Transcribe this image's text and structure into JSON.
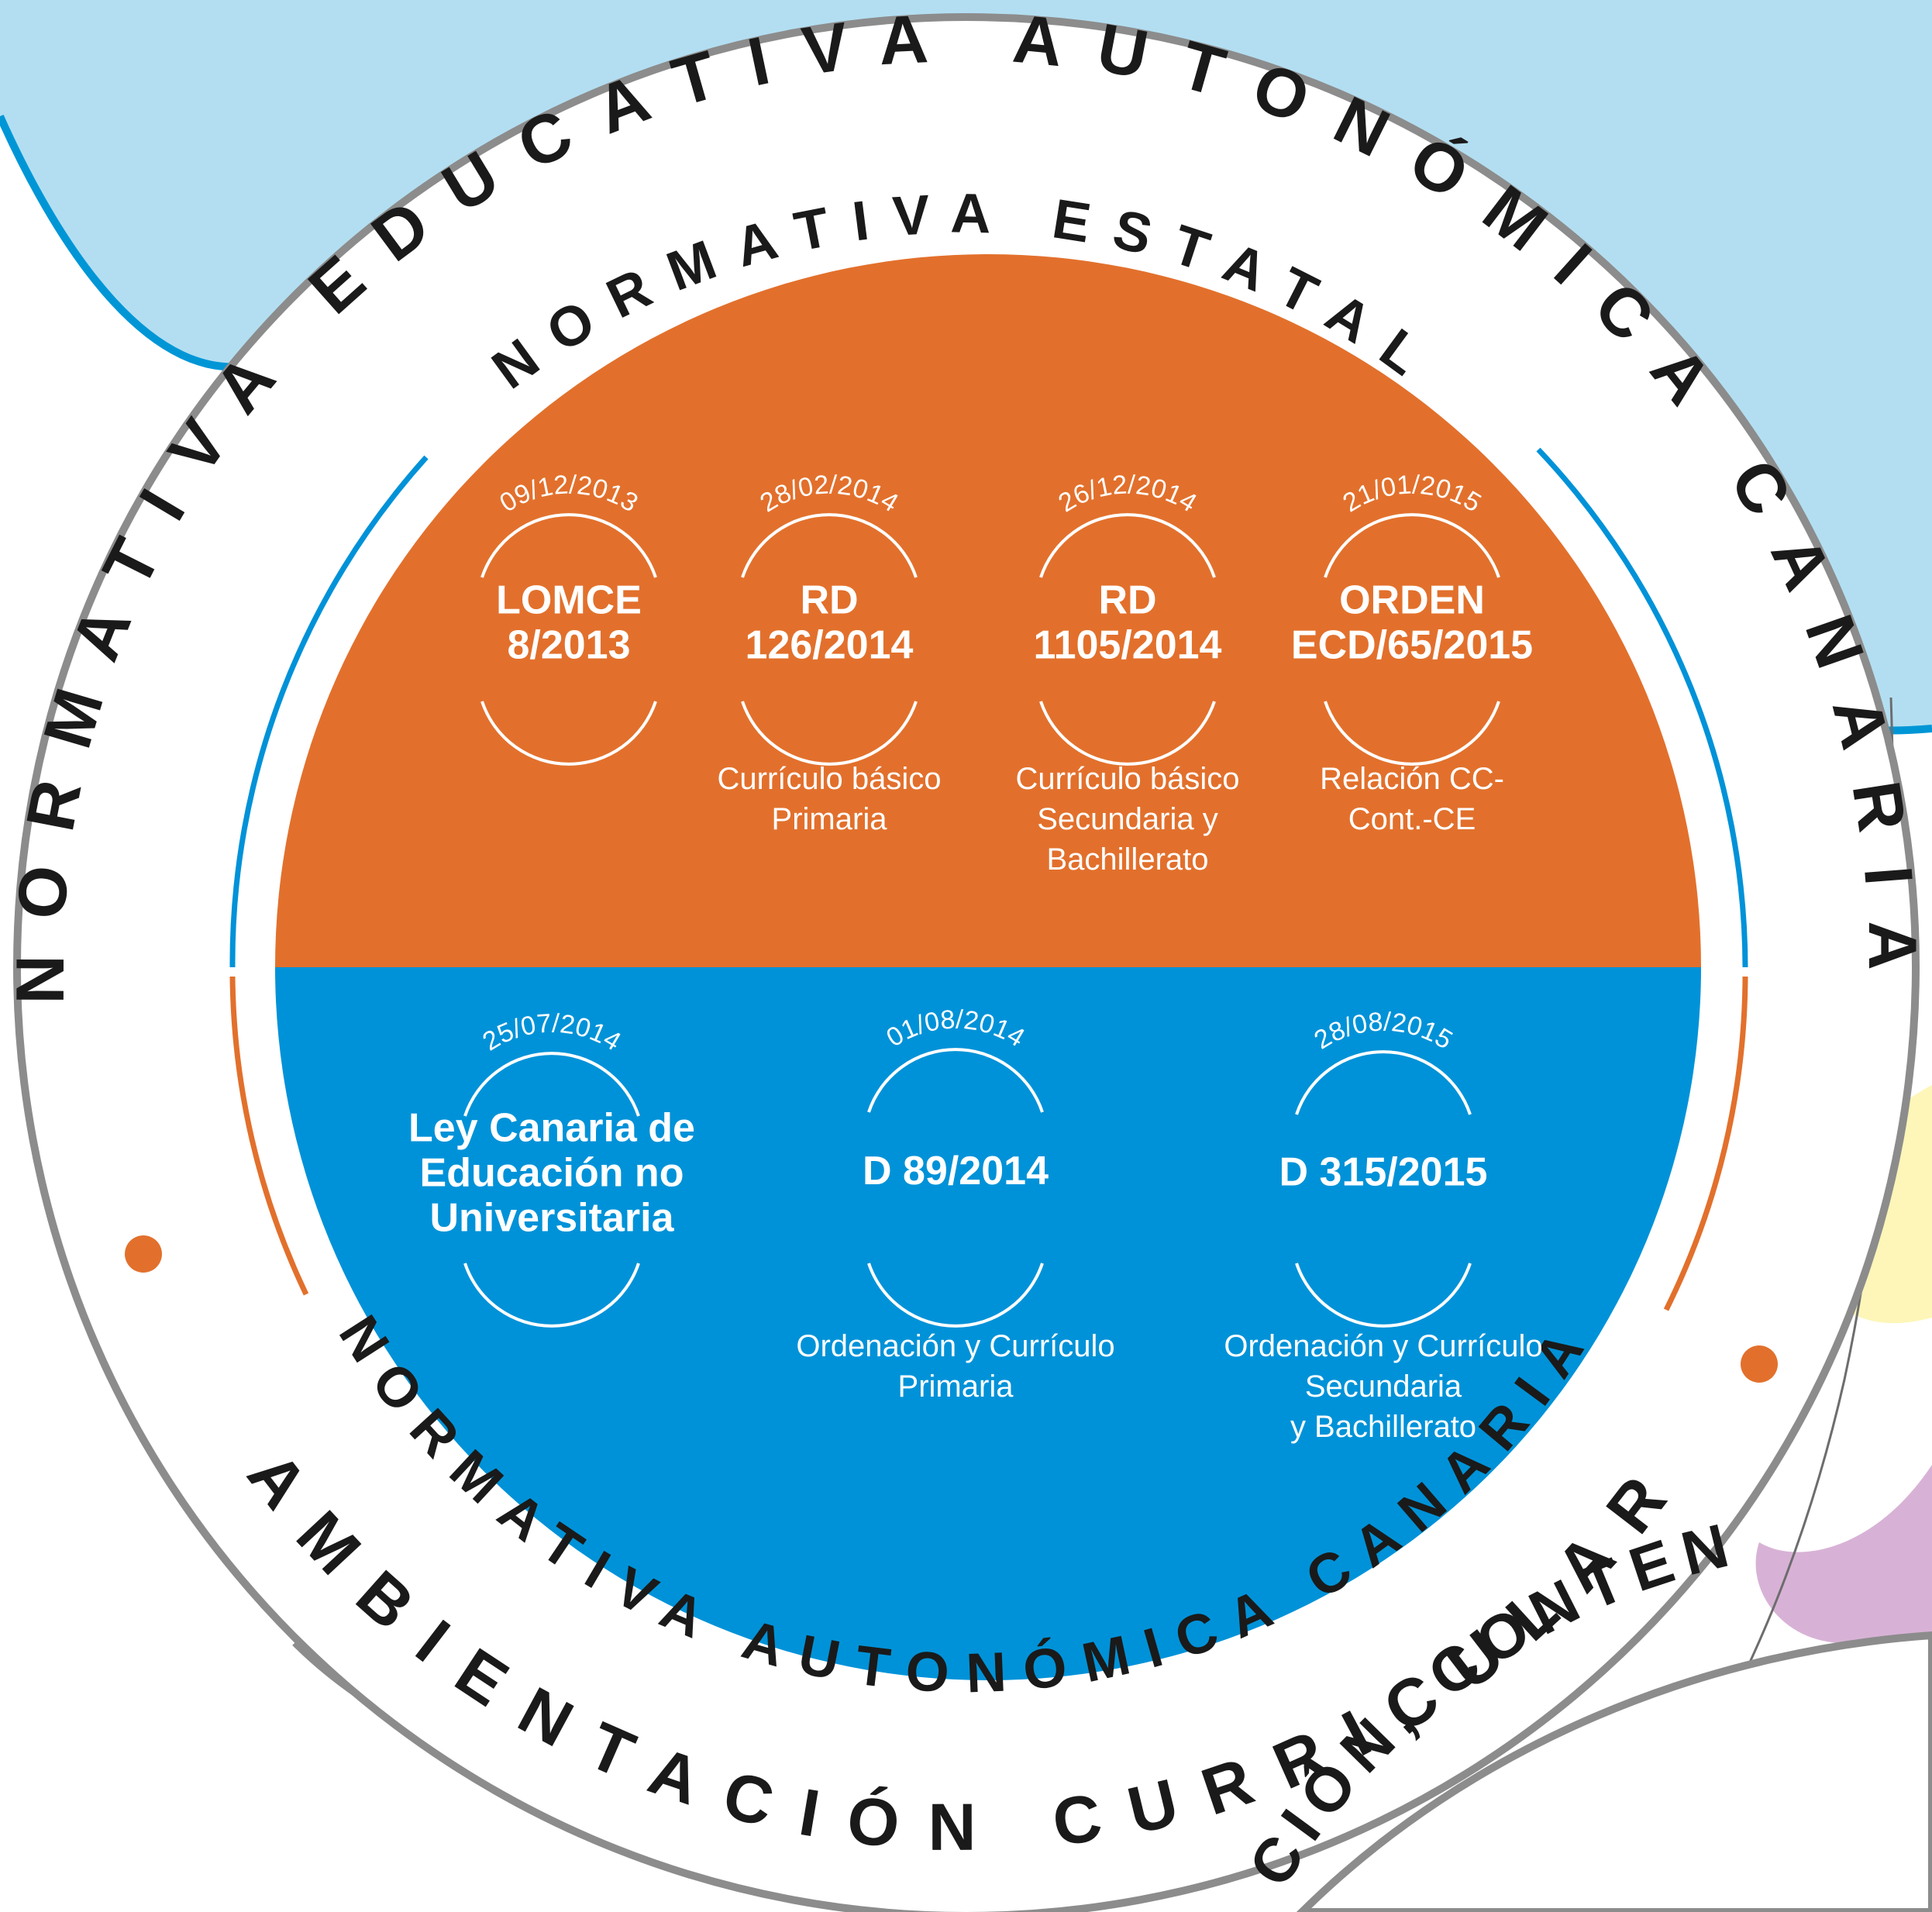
{
  "colors": {
    "sky": "#b3def1",
    "sky_edge": "#0096d6",
    "orange": "#e2702c",
    "blue": "#0092d8",
    "ring_grey": "#8c8c8c",
    "dot": "#e2702c",
    "yellow": "#fdf6b8",
    "pink": "#d8b2d6"
  },
  "ring_labels": {
    "outer_top": "NORMATIVA EDUCATIVA AUTONÓMICA CANARIA",
    "inner_top": "NORMATIVA ESTATAL",
    "inner_bottom": "NORMATIVA AUTONÓMICA CANARIA",
    "outer_bottom": "AMBIENTACIÓN CURRICULAR",
    "corner_fragment": "CIÓN, CONTEN"
  },
  "state_norms": [
    {
      "date": "09/12/2013",
      "code_line1": "LOMCE",
      "code_line2": "8/2013",
      "description": []
    },
    {
      "date": "28/02/2014",
      "code_line1": "RD",
      "code_line2": "126/2014",
      "description": [
        "Currículo básico",
        "Primaria"
      ]
    },
    {
      "date": "26/12/2014",
      "code_line1": "RD",
      "code_line2": "1105/2014",
      "description": [
        "Currículo básico",
        "Secundaria y",
        "Bachillerato"
      ]
    },
    {
      "date": "21/01/2015",
      "code_line1": "ORDEN",
      "code_line2": "ECD/65/2015",
      "description": [
        "Relación CC-",
        "Cont.-CE"
      ]
    }
  ],
  "regional_norms": [
    {
      "date": "25/07/2014",
      "code_lines": [
        "Ley Canaria de",
        "Educación no",
        "Universitaria"
      ],
      "description": []
    },
    {
      "date": "01/08/2014",
      "code_lines": [
        "D 89/2014"
      ],
      "description": [
        "Ordenación y Currículo",
        "Primaria"
      ]
    },
    {
      "date": "28/08/2015",
      "code_lines": [
        "D 315/2015"
      ],
      "description": [
        "Ordenación y Currículo",
        "Secundaria",
        "y Bachillerato"
      ]
    }
  ]
}
